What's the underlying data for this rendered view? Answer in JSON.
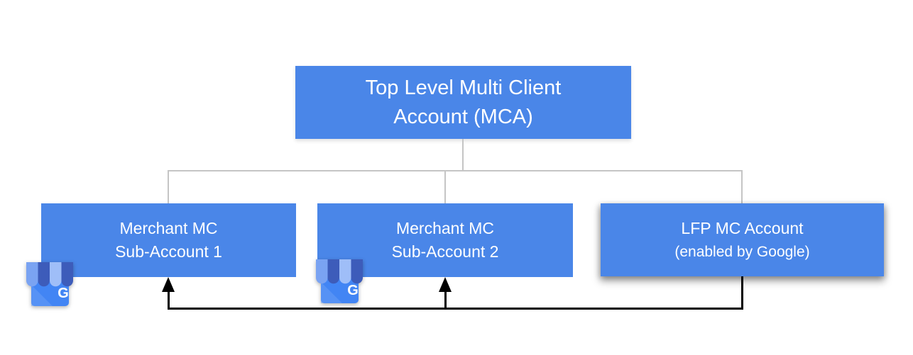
{
  "diagram": {
    "root": {
      "line1": "Top Level Multi Client",
      "line2": "Account (MCA)"
    },
    "children": [
      {
        "line1": "Merchant MC",
        "line2": "Sub-Account 1"
      },
      {
        "line1": "Merchant MC",
        "line2": "Sub-Account 2"
      },
      {
        "line1": "LFP MC Account",
        "line2": "(enabled by Google)"
      }
    ],
    "icon": {
      "name": "google-my-business-store",
      "letter": "G"
    },
    "colors": {
      "box_fill": "#4A86E8",
      "box_text": "#FFFFFF",
      "tree_connector": "#C5C5C5",
      "arrow_line": "#000000",
      "icon_body": "#4285F4",
      "icon_fold": "#6AA0F6",
      "icon_awning_light1": "#7AA3F2",
      "icon_awning_dark": "#3D5CBA",
      "icon_awning_light2": "#9FBEF8",
      "icon_letter_color": "#FFFFFF"
    }
  }
}
